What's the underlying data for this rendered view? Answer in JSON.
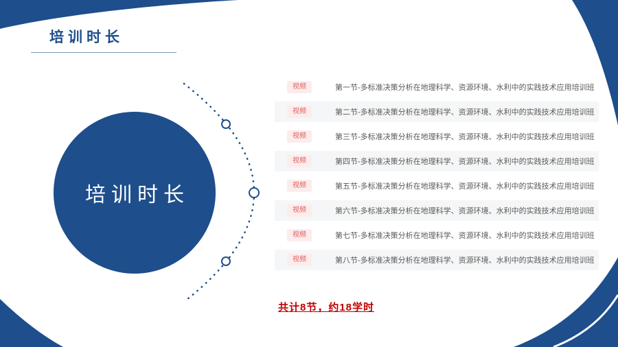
{
  "heading": {
    "text": "培训时长"
  },
  "circle": {
    "label": "培训时长"
  },
  "rows": [
    {
      "badge": "视频",
      "title": "第一节-多标准决策分析在地理科学、资源环境、水利中的实践技术应用培训班"
    },
    {
      "badge": "视频",
      "title": "第二节-多标准决策分析在地理科学、资源环境、水利中的实践技术应用培训班"
    },
    {
      "badge": "视频",
      "title": "第三节-多标准决策分析在地理科学、资源环境、水利中的实践技术应用培训班"
    },
    {
      "badge": "视频",
      "title": "第四节-多标准决策分析在地理科学、资源环境、水利中的实践技术应用培训班"
    },
    {
      "badge": "视频",
      "title": "第五节-多标准决策分析在地理科学、资源环境、水利中的实践技术应用培训班"
    },
    {
      "badge": "视频",
      "title": "第六节-多标准决策分析在地理科学、资源环境、水利中的实践技术应用培训班"
    },
    {
      "badge": "视频",
      "title": "第七节-多标准决策分析在地理科学、资源环境、水利中的实践技术应用培训班"
    },
    {
      "badge": "视频",
      "title": "第八节-多标准决策分析在地理科学、资源环境、水利中的实践技术应用培训班"
    }
  ],
  "summary": {
    "text": "共计8节，约18学时"
  },
  "colors": {
    "primary": "#1e4e8b",
    "badge_bg": "#fdecec",
    "badge_text": "#e06060",
    "row_alt": "#f5f6f7",
    "row_text": "#595959",
    "summary_text": "#c00000"
  }
}
